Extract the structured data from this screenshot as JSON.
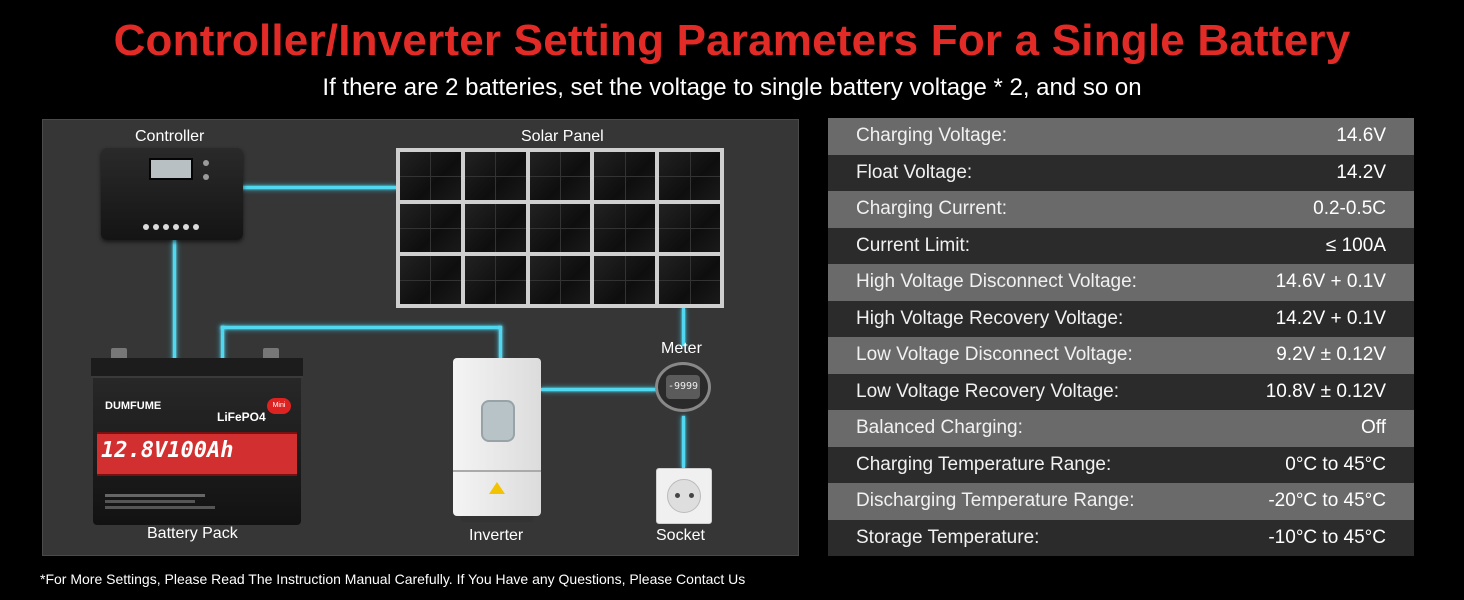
{
  "header": {
    "title": "Controller/Inverter Setting Parameters For a Single Battery",
    "subtitle": "If there are 2 batteries, set the voltage to single battery voltage * 2, and so on"
  },
  "diagram": {
    "labels": {
      "controller": "Controller",
      "solar_panel": "Solar Panel",
      "meter": "Meter",
      "battery_pack": "Battery Pack",
      "inverter": "Inverter",
      "socket": "Socket"
    },
    "battery": {
      "brand": "DUMFUME",
      "chemistry": "LiFePO4",
      "badge": "Mini",
      "capacity": "12.8V100Ah"
    },
    "meter_reading": "-9999",
    "colors": {
      "wire": "#4fd8f0",
      "accent_red": "#d23030"
    }
  },
  "settings": [
    {
      "key": "Charging Voltage:",
      "value": "14.6V"
    },
    {
      "key": "Float Voltage:",
      "value": "14.2V"
    },
    {
      "key": "Charging Current:",
      "value": "0.2-0.5C"
    },
    {
      "key": "Current Limit:",
      "value": "≤ 100A"
    },
    {
      "key": "High Voltage Disconnect Voltage:",
      "value": "14.6V + 0.1V"
    },
    {
      "key": "High Voltage Recovery Voltage:",
      "value": "14.2V + 0.1V"
    },
    {
      "key": "Low Voltage Disconnect Voltage:",
      "value": "9.2V ± 0.12V"
    },
    {
      "key": "Low Voltage Recovery Voltage:",
      "value": "10.8V ± 0.12V"
    },
    {
      "key": "Balanced Charging:",
      "value": "Off"
    },
    {
      "key": "Charging Temperature Range:",
      "value": "0°C to 45°C"
    },
    {
      "key": "Discharging Temperature Range:",
      "value": "-20°C to 45°C"
    },
    {
      "key": "Storage Temperature:",
      "value": "-10°C to 45°C"
    }
  ],
  "footnote": "*For More Settings, Please Read The Instruction Manual Carefully. If You Have any Questions, Please Contact Us"
}
